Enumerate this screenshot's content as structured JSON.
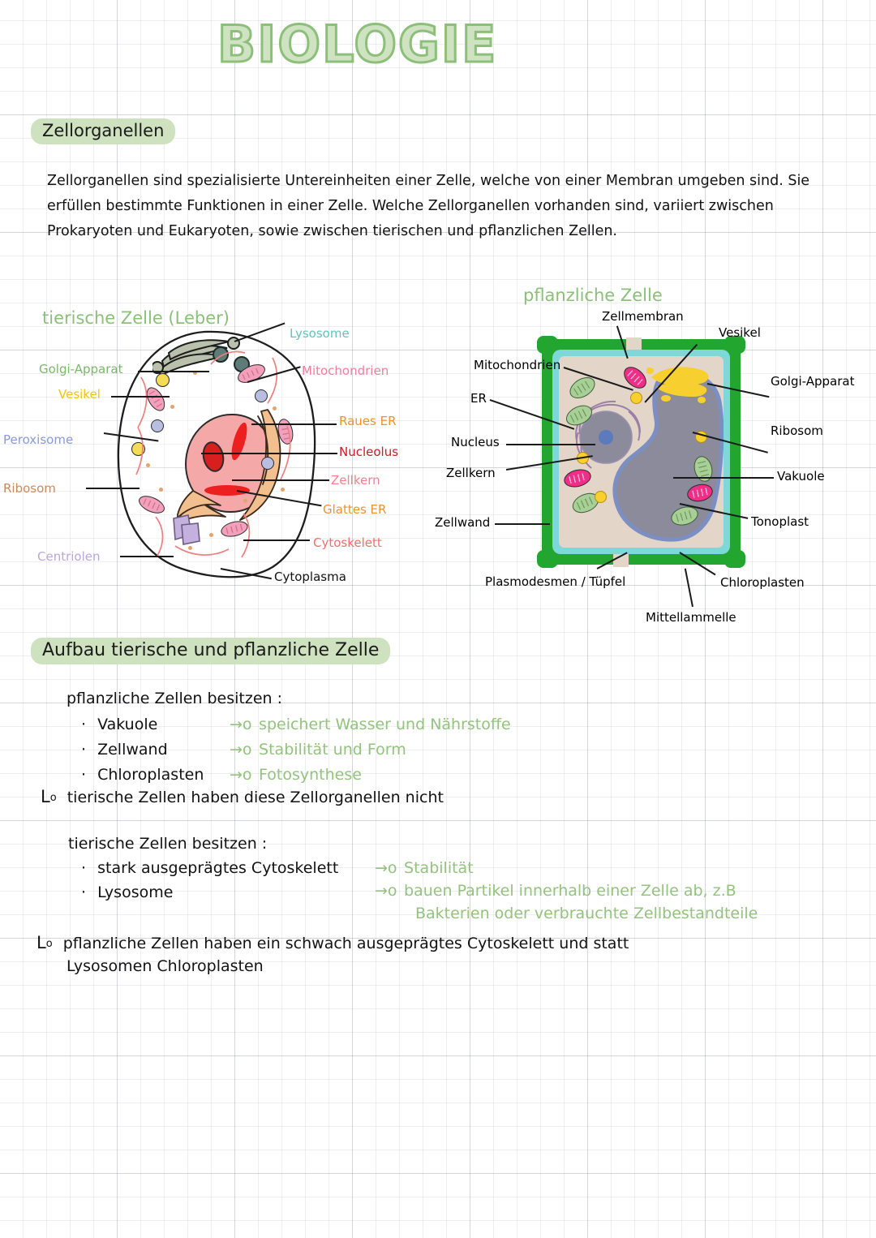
{
  "page": {
    "title": "BIOLOGIE"
  },
  "sections": {
    "zellorganellen_heading": "Zellorganellen",
    "aufbau_heading": "Aufbau tierische und pflanzliche Zelle"
  },
  "intro": {
    "paragraph": "Zellorganellen sind spezialisierte Untereinheiten einer Zelle, welche von einer Membran umgeben sind. Sie erfüllen bestimmte Funktionen in einer Zelle. Welche Zellorganellen vorhanden sind, variiert zwischen Prokaryoten und Eukaryoten, sowie zwischen tierischen und pflanzlichen Zellen."
  },
  "animal_cell": {
    "caption": "tierische Zelle (Leber)",
    "caption_color": "#8cc07a",
    "labels": [
      {
        "text": "Golgi-Apparat",
        "color": "#7bb86a"
      },
      {
        "text": "Vesikel",
        "color": "#f0c419"
      },
      {
        "text": "Peroxisome",
        "color": "#8a9ad8"
      },
      {
        "text": "Ribosom",
        "color": "#c98a5e"
      },
      {
        "text": "Centriolen",
        "color": "#b9a6dd"
      },
      {
        "text": "Lysosome",
        "color": "#5ec6bd"
      },
      {
        "text": "Mitochondrien",
        "color": "#ef7f9e"
      },
      {
        "text": "Raues ER",
        "color": "#f0922a"
      },
      {
        "text": "Nucleolus",
        "color": "#cf1a28"
      },
      {
        "text": "Zellkern",
        "color": "#f2818f"
      },
      {
        "text": "Glattes ER",
        "color": "#f0922a"
      },
      {
        "text": "Cytoskelett",
        "color": "#ef6f6f"
      },
      {
        "text": "Cytoplasma",
        "color": "#121212"
      }
    ]
  },
  "plant_cell": {
    "caption": "pflanzliche Zelle",
    "caption_color": "#8cc07a",
    "labels": [
      {
        "text": "Zellmembran",
        "color": "#121212"
      },
      {
        "text": "Vesikel",
        "color": "#121212"
      },
      {
        "text": "Mitochondrien",
        "color": "#121212"
      },
      {
        "text": "Golgi-Apparat",
        "color": "#121212"
      },
      {
        "text": "ER",
        "color": "#121212"
      },
      {
        "text": "Ribosom",
        "color": "#121212"
      },
      {
        "text": "Nucleus",
        "color": "#121212"
      },
      {
        "text": "Zellkern",
        "color": "#121212"
      },
      {
        "text": "Vakuole",
        "color": "#121212"
      },
      {
        "text": "Zellwand",
        "color": "#121212"
      },
      {
        "text": "Tonoplast",
        "color": "#121212"
      },
      {
        "text": "Plasmodesmen / Tüpfel",
        "color": "#121212"
      },
      {
        "text": "Chloroplasten",
        "color": "#121212"
      },
      {
        "text": "Mittellammelle",
        "color": "#121212"
      }
    ]
  },
  "comparison": {
    "plant_intro": "pflanzliche Zellen besitzen :",
    "plant_items": [
      {
        "term": "Vakuole",
        "arrow": "→o",
        "desc": "speichert Wasser und Nährstoffe"
      },
      {
        "term": "Zellwand",
        "arrow": "→o",
        "desc": "Stabilität und Form"
      },
      {
        "term": "Chloroplasten",
        "arrow": "→o",
        "desc": "Fotosynthese"
      }
    ],
    "plant_conclusion": "tierische Zellen haben diese Zellorganellen nicht",
    "animal_intro": "tierische Zellen besitzen :",
    "animal_items": [
      {
        "term": "stark ausgeprägtes Cytoskelett",
        "arrow": "→o",
        "desc": "Stabilität"
      },
      {
        "term": "Lysosome",
        "arrow": "→o",
        "desc": "bauen Partikel innerhalb einer Zelle ab, z.B"
      }
    ],
    "animal_desc_line2": "Bakterien oder verbrauchte Zellbestandteile",
    "animal_conclusion_line1": "pflanzliche Zellen haben ein schwach ausgeprägtes Cytoskelett und statt",
    "animal_conclusion_line2": "Lysosomen Chloroplasten",
    "conclusion_marker": "L"
  }
}
